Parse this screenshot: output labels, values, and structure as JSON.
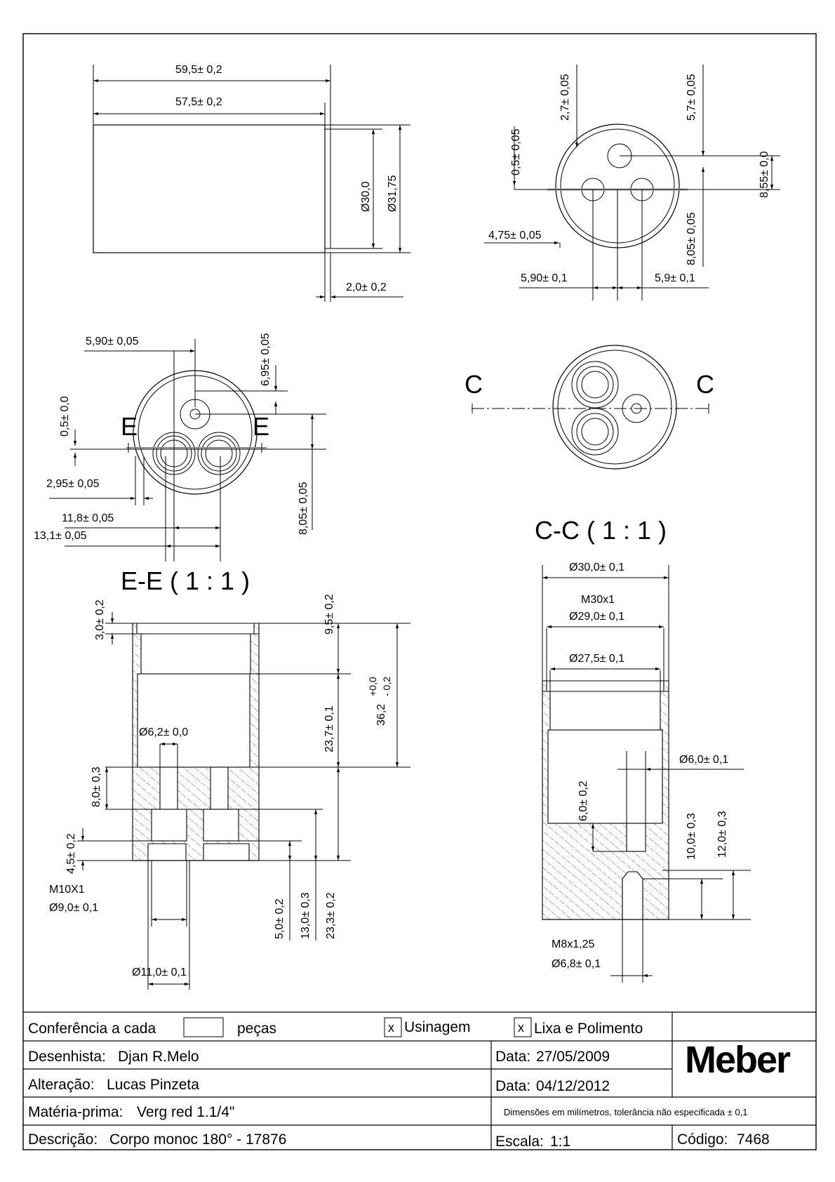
{
  "colors": {
    "line": "#000000",
    "hatch": "#2e8b2e",
    "background": "#ffffff"
  },
  "views": {
    "side": {
      "length_overall": "59,5± 0,2",
      "length_body": "57,5± 0,2",
      "dia_inner": "Ø30,0",
      "dia_outer": "Ø31,75",
      "flange": "2,0± 0,2"
    },
    "top": {
      "d1": "2,7± 0,05",
      "d2": "5,7± 0,05",
      "d3": "0,5± 0,05",
      "d4": "8,55± 0,0",
      "d5": "8,05± 0,05",
      "d6": "4,75± 0,05",
      "d7": "5,90± 0,1",
      "d8": "5,9± 0,1"
    },
    "bottom": {
      "d1": "5,90± 0,05",
      "d2": "6,95± 0,05",
      "d3": "0,5± 0,0",
      "d4": "8,05± 0,05",
      "d5": "2,95± 0,05",
      "d6": "11,8± 0,05",
      "d7": "13,1± 0,05",
      "cut": "E"
    },
    "c_view": {
      "cut": "C"
    },
    "ee": {
      "title": "E-E ( 1 : 1 )",
      "d1": "3,0± 0,2",
      "d2": "9,5± 0,2",
      "d3": "23,7± 0,1",
      "d4_base": "36,2",
      "d4_upper": "+0,0",
      "d4_lower": "- 0,2",
      "d5": "Ø6,2± 0,0",
      "d6": "8,0± 0,3",
      "d7": "4,5± 0,2",
      "thread": "M10X1",
      "d8": "Ø9,0± 0,1",
      "d9": "5,0± 0,2",
      "d10": "13,0± 0,3",
      "d11": "23,3± 0,2",
      "d12": "Ø11,0± 0,1"
    },
    "cc": {
      "title": "C-C  ( 1 : 1 )",
      "d1": "Ø30,0± 0,1",
      "thread_top": "M30x1",
      "d2": "Ø29,0± 0,1",
      "d3": "Ø27,5± 0,1",
      "d4": "Ø6,0± 0,1",
      "d5": "6,0± 0,2",
      "d6": "10,0± 0,3",
      "d7": "12,0± 0,3",
      "thread_bottom": "M8x1,25",
      "d8": "Ø6,8± 0,1"
    }
  },
  "title_block": {
    "conferencia_label": "Conferência a cada",
    "conferencia_value": "",
    "pecas_label": "peças",
    "check1": "x",
    "usinagem": "Usinagem",
    "check2": "x",
    "lixa": "Lixa e Polimento",
    "desenhista_label": "Desenhista:",
    "desenhista_value": "Djan R.Melo",
    "data1_label": "Data:",
    "data1_value": "27/05/2009",
    "alteracao_label": "Alteração:",
    "alteracao_value": "Lucas Pinzeta",
    "data2_label": "Data:",
    "data2_value": "04/12/2012",
    "materia_label": "Matéria-prima:",
    "materia_value": "Verg red 1.1/4\"",
    "note": "Dimensões em milímetros, tolerância não especificada ± 0,1",
    "descricao_label": "Descrição:",
    "descricao_value": "Corpo monoc 180° - 17876",
    "escala_label": "Escala:",
    "escala_value": "1:1",
    "codigo_label": "Código:",
    "codigo_value": "7468",
    "logo": "Meber"
  }
}
